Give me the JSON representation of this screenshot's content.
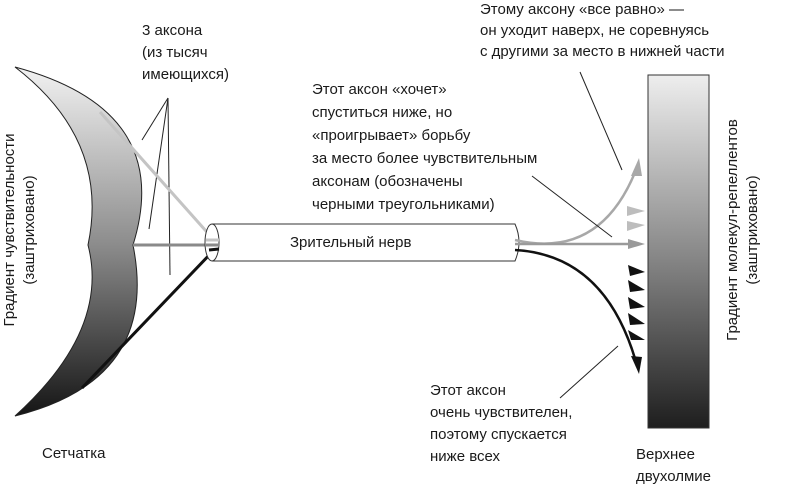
{
  "labels": {
    "axons_count": [
      "3 аксона",
      "(из тысяч",
      "имеющихся)"
    ],
    "top_axon": [
      "Этому аксону «все равно» —",
      "он уходит наверх, не соревнуясь",
      "с другими за место в нижней части"
    ],
    "middle_axon": [
      "Этот аксон «хочет»",
      "спуститься ниже, но",
      "«проигрывает» борьбу",
      "за место более чувствительным",
      "аксонам (обозначены",
      "черными треугольниками)"
    ],
    "bottom_axon": [
      "Этот аксон",
      "очень чувствителен,",
      "поэтому спускается",
      "ниже всех"
    ],
    "optic_nerve": "Зрительный нерв",
    "retina": "Сетчатка",
    "superior_colliculus": [
      "Верхнее",
      "двухолмие"
    ],
    "retina_gradient": [
      "Градиент чувствительности",
      "(заштриховано)"
    ],
    "repellent_gradient": [
      "Градиент  молекул-репеллентов",
      "(заштриховано)"
    ]
  },
  "colors": {
    "light_axon": "#bdbdbd",
    "mid_axon": "#8a8a8a",
    "dark_axon": "#111111",
    "gradient_light": "#eeeeee",
    "gradient_dark": "#1e1e1e"
  }
}
